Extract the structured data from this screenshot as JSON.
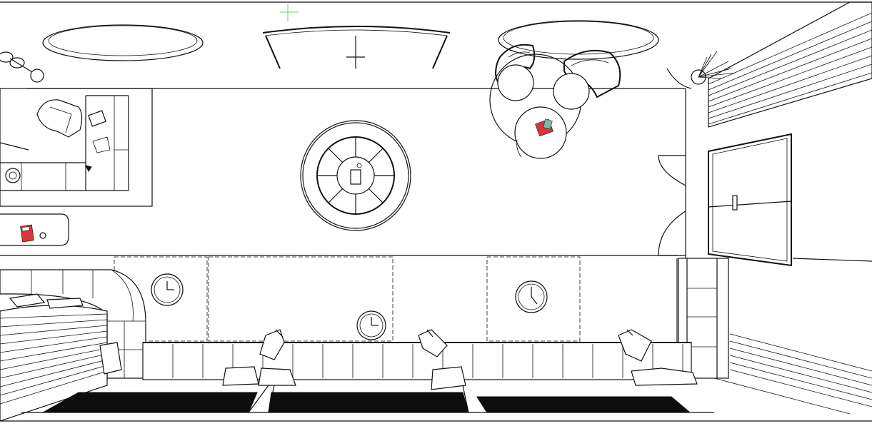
{
  "drawing": {
    "kind": "interior-elevation-plan",
    "style": "black line art on white",
    "accent_colors": {
      "magazine": "#d8363a",
      "gridline_marker": "#7ac77a",
      "ink": "#111111",
      "paper": "#ffffff"
    }
  },
  "elements": {
    "ceiling_lights": [
      "oval-ceiling-light-left",
      "arched-panel-light",
      "oval-ceiling-light-right"
    ],
    "furniture": [
      "desk-with-chair",
      "lounge-chairs-pair",
      "round-coffee-table",
      "round-rug-medallion",
      "bench-with-cushions",
      "bed",
      "side-table-with-magazine"
    ],
    "fixtures": [
      "swing-door",
      "wall-mirror",
      "wall-clock-left",
      "wall-clock-center",
      "wall-clock-right",
      "pendant-lamp",
      "potted-plant",
      "wall-sconce-1",
      "wall-sconce-2",
      "wall-sconce-3"
    ]
  }
}
